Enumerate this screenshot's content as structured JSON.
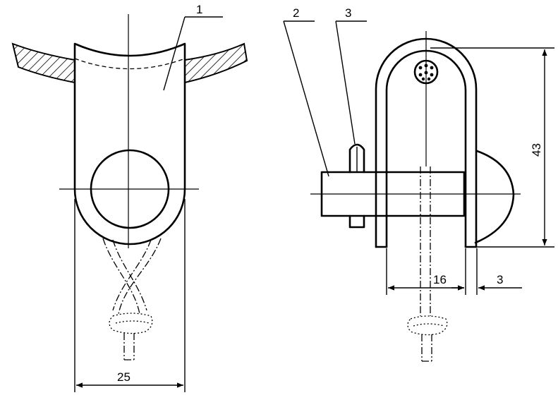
{
  "labels": {
    "part_1": "1",
    "part_2": "2",
    "part_3": "3"
  },
  "dimensions": {
    "width_left": "25",
    "height_right": "43",
    "width_right": "16",
    "offset_right": "3"
  }
}
